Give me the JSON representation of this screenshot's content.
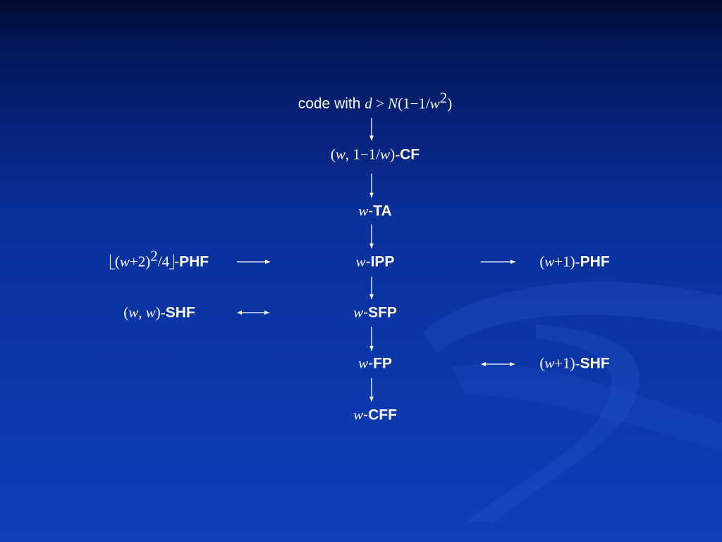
{
  "nodes": {
    "code": {
      "prefix": "code with ",
      "d": "d",
      "gt": " > ",
      "N": "N",
      "paren_open": "(1−1/",
      "w": "w",
      "sup": "2",
      "paren_close": ")"
    },
    "cf": {
      "math_open": "(",
      "w1": "w",
      "mid": ", 1−1/",
      "w2": "w",
      "math_close": ")-",
      "name": "CF"
    },
    "ta": {
      "w": "w",
      "dash": "-",
      "name": "TA"
    },
    "ipp": {
      "w": "w",
      "dash": "-",
      "name": "IPP"
    },
    "sfp": {
      "w": "w",
      "dash": "-",
      "name": "SFP"
    },
    "fp": {
      "w": "w",
      "dash": "-",
      "name": "FP"
    },
    "cff": {
      "w": "w",
      "dash": "-",
      "name": "CFF"
    },
    "phf_left": {
      "open": "(",
      "w": "w",
      "plus": "+2)",
      "sup": "2",
      "div": "/4",
      "dash": "-",
      "name": "PHF"
    },
    "shf_left": {
      "open": "(",
      "w1": "w",
      "mid": ", ",
      "w2": "w",
      "close": ")-",
      "name": "SHF"
    },
    "phf_right": {
      "open": "(",
      "w": "w",
      "plus": "+1)-",
      "name": "PHF"
    },
    "shf_right": {
      "open": "(",
      "w": "w",
      "plus": "+1)-",
      "name": "SHF"
    }
  },
  "colors": {
    "arrow": "#ffffff",
    "text": "#ffffff"
  }
}
